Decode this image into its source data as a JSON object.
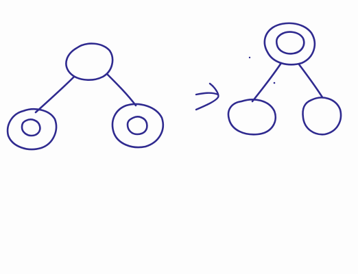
{
  "colors": {
    "ink": "#2f2a8f",
    "paper": "#fdfdfd"
  },
  "diagram": {
    "left_tree": {
      "root": {
        "style": "single-circle"
      },
      "children": [
        {
          "style": "double-circle"
        },
        {
          "style": "double-circle"
        }
      ]
    },
    "arrow": {
      "direction": "right"
    },
    "right_tree": {
      "root": {
        "style": "double-circle"
      },
      "children": [
        {
          "style": "single-circle"
        },
        {
          "style": "single-circle"
        }
      ]
    }
  }
}
